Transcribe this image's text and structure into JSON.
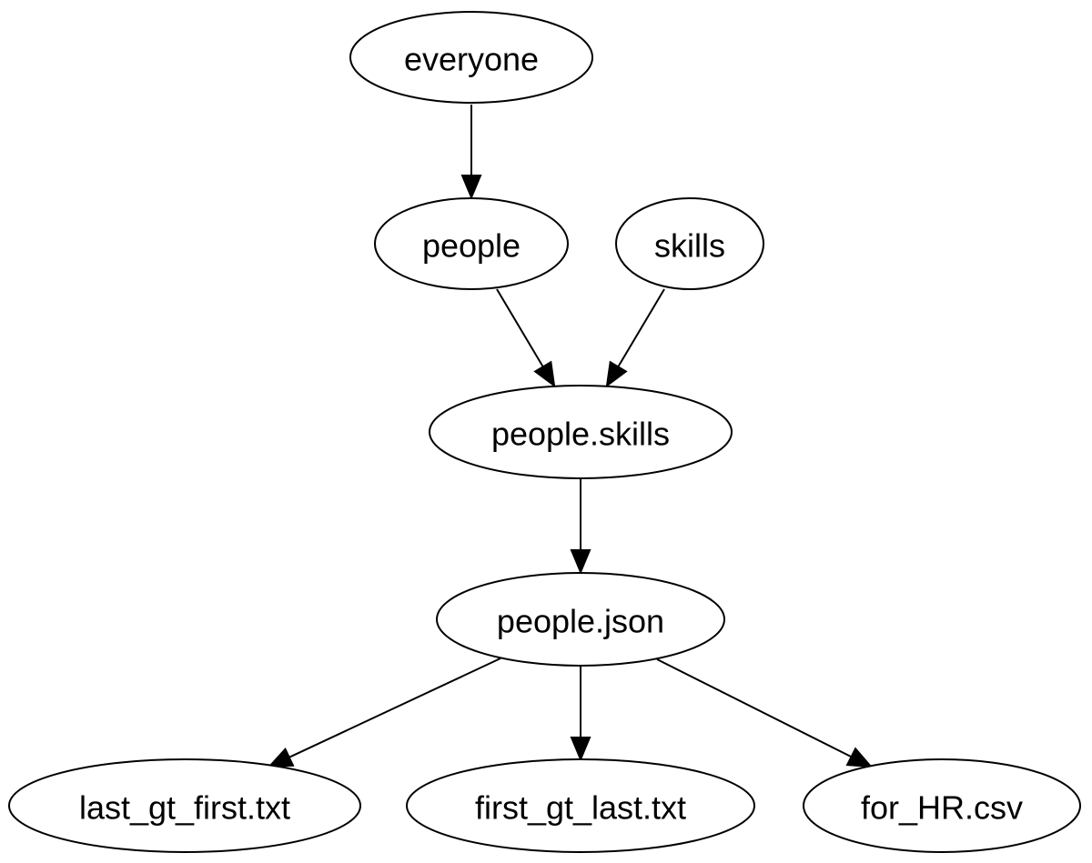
{
  "graph": {
    "colors": {
      "stroke": "#000000",
      "fill": "#ffffff",
      "text": "#000000"
    },
    "nodes": [
      {
        "id": "everyone",
        "label": "everyone"
      },
      {
        "id": "people",
        "label": "people"
      },
      {
        "id": "skills",
        "label": "skills"
      },
      {
        "id": "people_skills",
        "label": "people.skills"
      },
      {
        "id": "people_json",
        "label": "people.json"
      },
      {
        "id": "last_gt_first",
        "label": "last_gt_first.txt"
      },
      {
        "id": "first_gt_last",
        "label": "first_gt_last.txt"
      },
      {
        "id": "for_hr",
        "label": "for_HR.csv"
      }
    ],
    "edges": [
      {
        "from": "everyone",
        "to": "people"
      },
      {
        "from": "people",
        "to": "people_skills"
      },
      {
        "from": "skills",
        "to": "people_skills"
      },
      {
        "from": "people_skills",
        "to": "people_json"
      },
      {
        "from": "people_json",
        "to": "last_gt_first"
      },
      {
        "from": "people_json",
        "to": "first_gt_last"
      },
      {
        "from": "people_json",
        "to": "for_hr"
      }
    ]
  }
}
